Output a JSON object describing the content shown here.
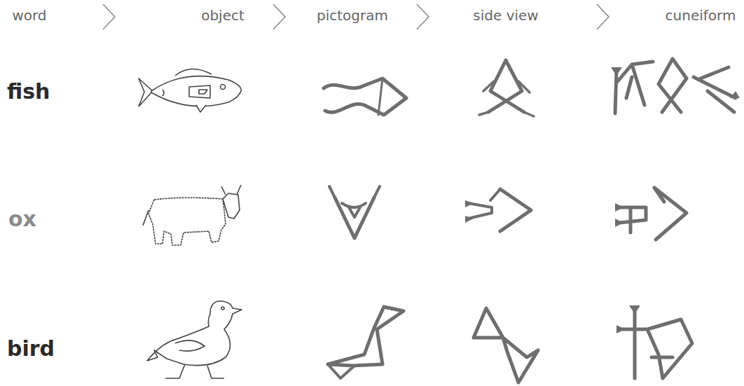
{
  "diagram": {
    "labels": [
      "word",
      "object",
      "pictogram",
      "side view",
      "cuneiform",
      "fish",
      "ox",
      "bird"
    ]
  }
}
